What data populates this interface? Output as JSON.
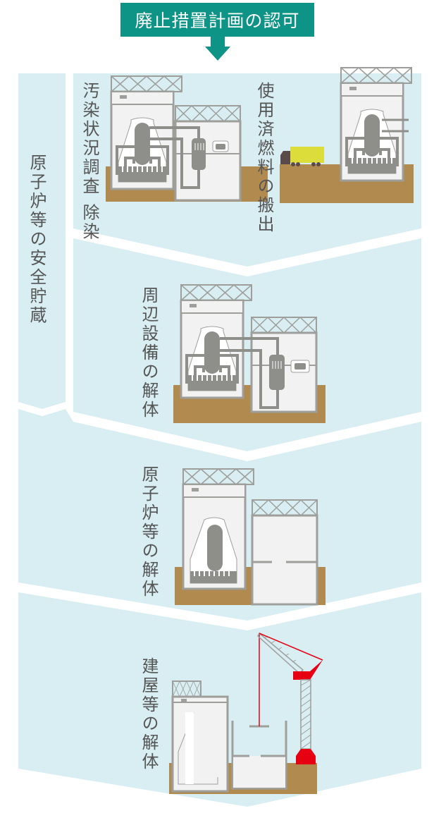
{
  "header": {
    "title": "廃止措置計画の認可",
    "title_bg": "#0e9487"
  },
  "side": {
    "label": "原子炉等の安全貯蔵"
  },
  "steps": [
    {
      "label": "汚染状況調査 除染"
    },
    {
      "label": "使用済燃料の搬出"
    },
    {
      "label": "周辺設備の解体"
    },
    {
      "label": "原子炉等の解体"
    },
    {
      "label": "建屋等の解体"
    }
  ],
  "colors": {
    "panel": "#d8eef2",
    "ground": "#b08a4e",
    "building_line": "#9e9e9b",
    "building_fill": "#f2f2f2",
    "equipment": "#8e8e8b",
    "truck": "#dcdc3a",
    "crane": "#e60012"
  }
}
